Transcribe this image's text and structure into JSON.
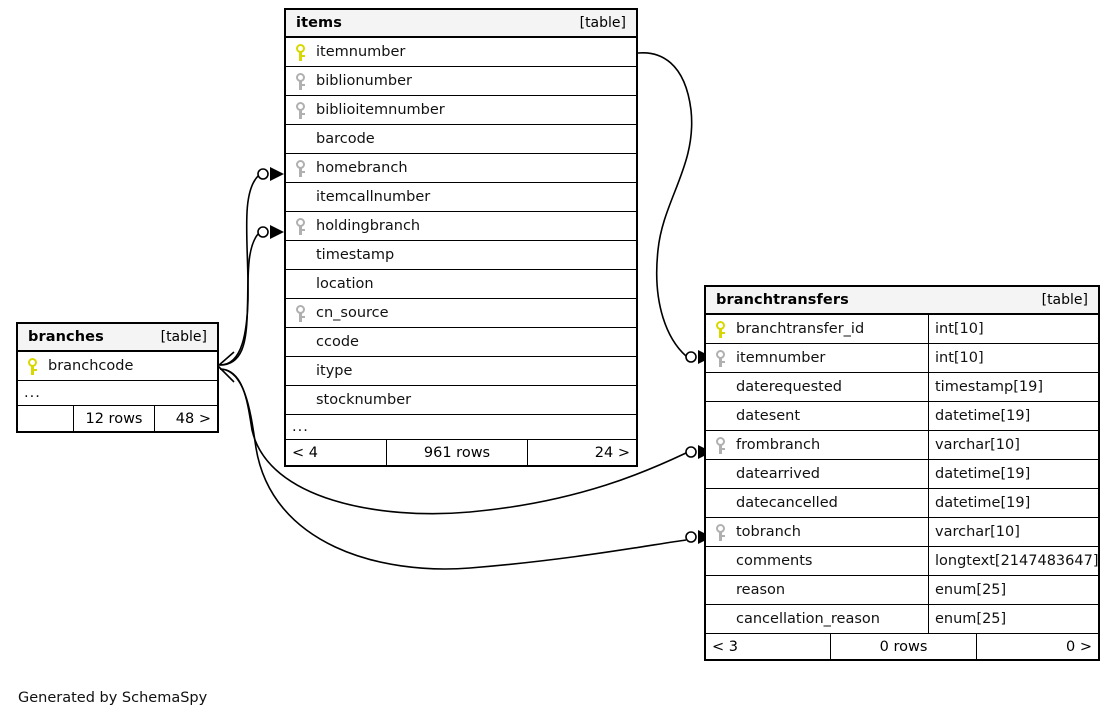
{
  "diagram": {
    "title": "SchemaSpy table relationships diagram",
    "generated_by": "Generated by SchemaSpy",
    "table_tag": "[table]"
  },
  "tables": [
    {
      "id": "branches",
      "name": "branches",
      "tag": "[table]",
      "columns": [
        {
          "name": "branchcode",
          "key": "pk",
          "type": ""
        }
      ],
      "ellipsis": "...",
      "footer": {
        "left": "",
        "middle": "12 rows",
        "right": "48 >"
      }
    },
    {
      "id": "items",
      "name": "items",
      "tag": "[table]",
      "columns": [
        {
          "name": "itemnumber",
          "key": "pk",
          "type": ""
        },
        {
          "name": "biblionumber",
          "key": "fk",
          "type": ""
        },
        {
          "name": "biblioitemnumber",
          "key": "fk",
          "type": ""
        },
        {
          "name": "barcode",
          "key": "none",
          "type": ""
        },
        {
          "name": "homebranch",
          "key": "fk",
          "type": ""
        },
        {
          "name": "itemcallnumber",
          "key": "none",
          "type": ""
        },
        {
          "name": "holdingbranch",
          "key": "fk",
          "type": ""
        },
        {
          "name": "timestamp",
          "key": "none",
          "type": ""
        },
        {
          "name": "location",
          "key": "none",
          "type": ""
        },
        {
          "name": "cn_source",
          "key": "fk",
          "type": ""
        },
        {
          "name": "ccode",
          "key": "none",
          "type": ""
        },
        {
          "name": "itype",
          "key": "none",
          "type": ""
        },
        {
          "name": "stocknumber",
          "key": "none",
          "type": ""
        }
      ],
      "ellipsis": "...",
      "footer": {
        "left": "< 4",
        "middle": "961 rows",
        "right": "24 >"
      }
    },
    {
      "id": "branchtransfers",
      "name": "branchtransfers",
      "tag": "[table]",
      "columns": [
        {
          "name": "branchtransfer_id",
          "key": "pk",
          "type": "int[10]"
        },
        {
          "name": "itemnumber",
          "key": "fk",
          "type": "int[10]"
        },
        {
          "name": "daterequested",
          "key": "none",
          "type": "timestamp[19]"
        },
        {
          "name": "datesent",
          "key": "none",
          "type": "datetime[19]"
        },
        {
          "name": "frombranch",
          "key": "fk",
          "type": "varchar[10]"
        },
        {
          "name": "datearrived",
          "key": "none",
          "type": "datetime[19]"
        },
        {
          "name": "datecancelled",
          "key": "none",
          "type": "datetime[19]"
        },
        {
          "name": "tobranch",
          "key": "fk",
          "type": "varchar[10]"
        },
        {
          "name": "comments",
          "key": "none",
          "type": "longtext[2147483647]"
        },
        {
          "name": "reason",
          "key": "none",
          "type": "enum[25]"
        },
        {
          "name": "cancellation_reason",
          "key": "none",
          "type": "enum[25]"
        }
      ],
      "footer": {
        "left": "< 3",
        "middle": "0 rows",
        "right": "0 >"
      }
    }
  ],
  "relationships": [
    {
      "from_table": "branches",
      "from_column": "branchcode",
      "to_table": "items",
      "to_column": "homebranch"
    },
    {
      "from_table": "branches",
      "from_column": "branchcode",
      "to_table": "items",
      "to_column": "holdingbranch"
    },
    {
      "from_table": "branches",
      "from_column": "branchcode",
      "to_table": "branchtransfers",
      "to_column": "frombranch"
    },
    {
      "from_table": "branches",
      "from_column": "branchcode",
      "to_table": "branchtransfers",
      "to_column": "tobranch"
    },
    {
      "from_table": "items",
      "from_column": "itemnumber",
      "to_table": "branchtransfers",
      "to_column": "itemnumber"
    }
  ],
  "colors": {
    "primary_key": "#d8d800",
    "foreign_key": "#b0b0b0",
    "header_bg": "#f4f4f4",
    "border": "#000000",
    "background": "#ffffff"
  }
}
